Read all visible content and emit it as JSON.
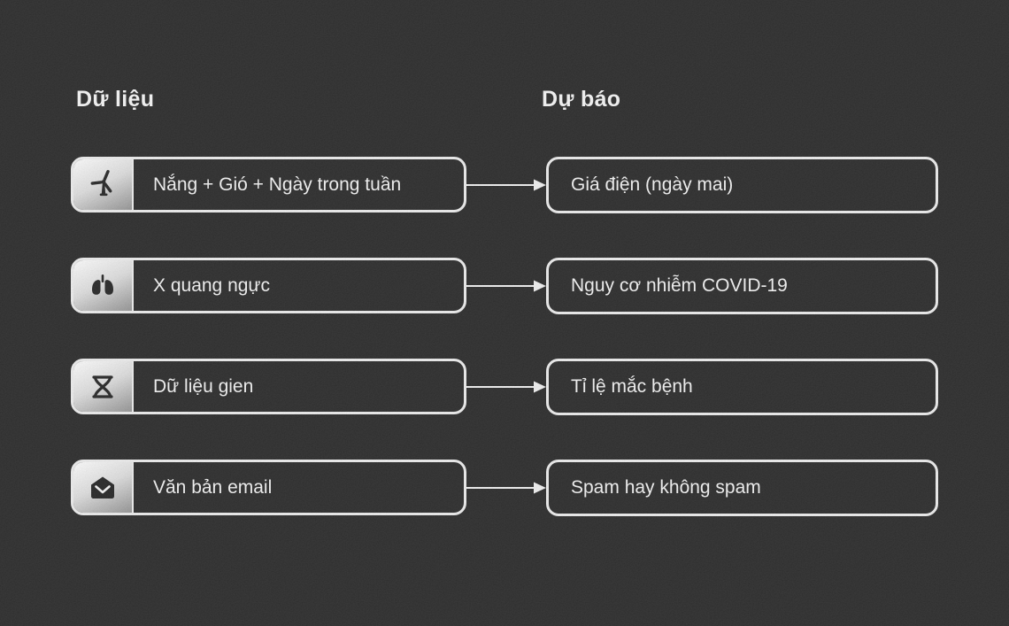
{
  "headers": {
    "left": "Dữ liệu",
    "right": "Dự báo"
  },
  "rows": [
    {
      "icon": "wind-turbine-icon",
      "input": "Nắng + Gió + Ngày trong tuần",
      "output": "Giá điện (ngày mai)"
    },
    {
      "icon": "lungs-icon",
      "input": "X quang ngực",
      "output": "Nguy cơ nhiễm COVID-19"
    },
    {
      "icon": "dna-icon",
      "input": "Dữ liệu gien",
      "output": "Tỉ lệ mắc bệnh"
    },
    {
      "icon": "envelope-icon",
      "input": "Văn bản email",
      "output": "Spam hay không spam"
    }
  ],
  "colors": {
    "background": "#212121",
    "box_border": "#ececec",
    "text": "#f2f2f2",
    "icon_panel_gradient_start": "#fdfdfd",
    "icon_panel_gradient_end": "#8f8f8f",
    "icon_glyph": "#1c1c1c",
    "arrow": "#f0f0f0"
  }
}
